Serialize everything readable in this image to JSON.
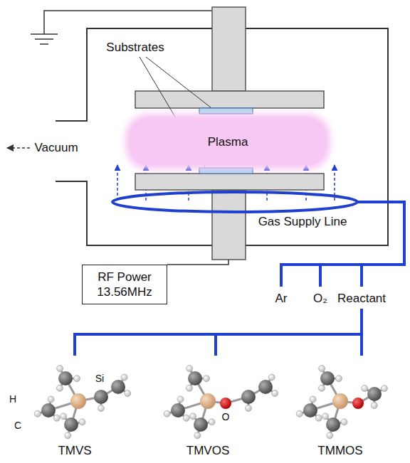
{
  "diagram": {
    "nodes": [
      {
        "text": [
          "Plasma"
        ]
      },
      {
        "text": [
          "RF Power 13.56MHz"
        ]
      }
    ],
    "labels": [
      "Substrates",
      "Vacuum",
      "Gas Supply Line",
      "Ar",
      "O₂",
      "Reactant",
      "H",
      "C",
      "Si",
      "O",
      "TMVS",
      "TMVOS",
      "TMMOS"
    ]
  }
}
